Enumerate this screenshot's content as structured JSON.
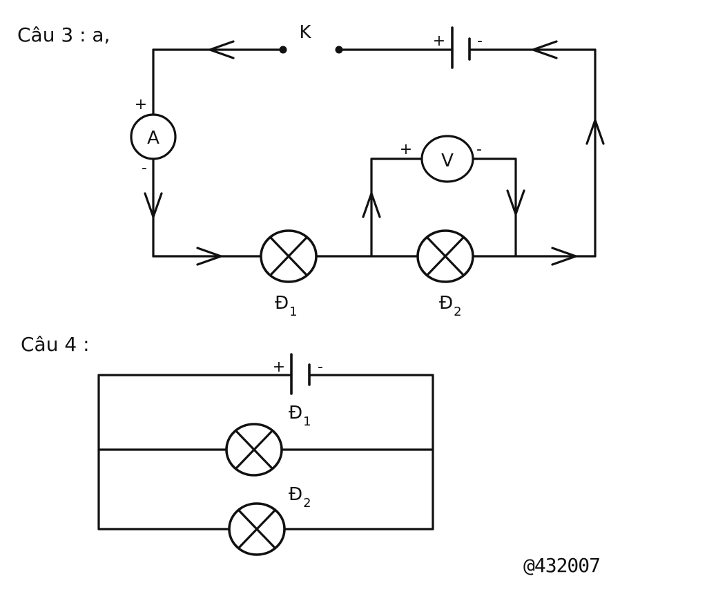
{
  "section_3": {
    "heading": "Câu 3 : a,",
    "switch_label": "K",
    "battery": {
      "plus": "+",
      "minus": "-"
    },
    "ammeter": {
      "symbol": "A",
      "plus": "+",
      "minus": "-"
    },
    "voltmeter": {
      "symbol": "V",
      "plus": "+",
      "minus": "-"
    },
    "lamp_1": {
      "label": "Đ",
      "subscript": "1"
    },
    "lamp_2": {
      "label": "Đ",
      "subscript": "2"
    }
  },
  "section_4": {
    "heading": "Câu 4 :",
    "battery": {
      "plus": "+",
      "minus": "-"
    },
    "lamp_1": {
      "label": "Đ",
      "subscript": "1"
    },
    "lamp_2": {
      "label": "Đ",
      "subscript": "2"
    }
  },
  "watermark": "@432007"
}
